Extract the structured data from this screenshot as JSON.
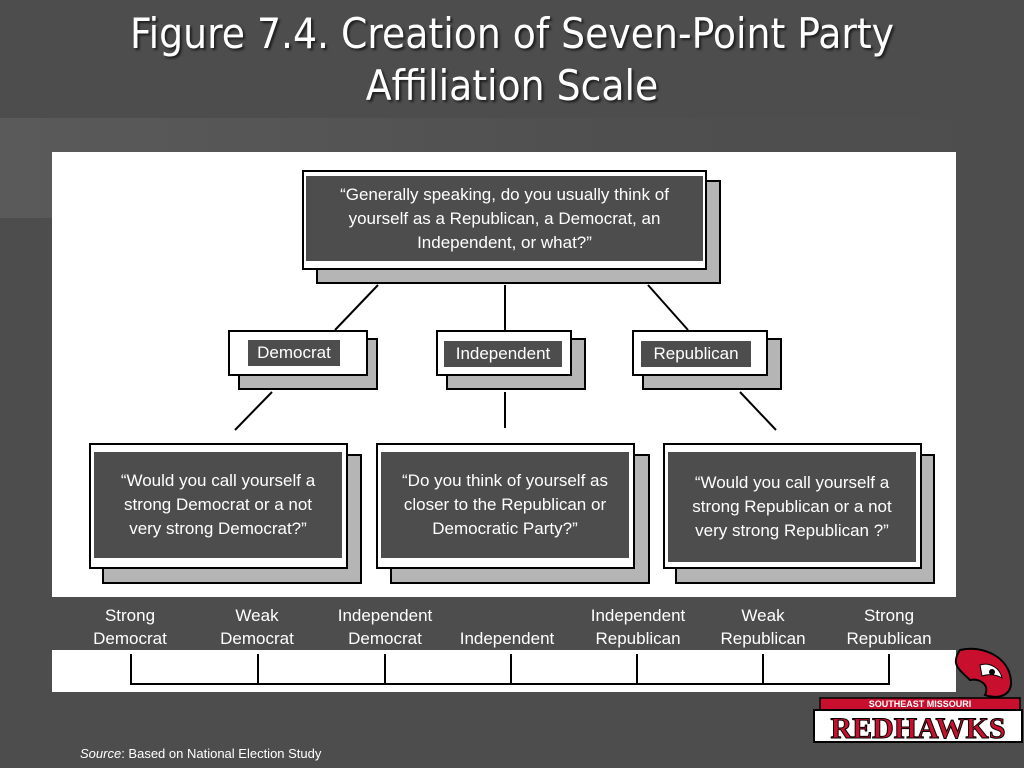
{
  "title_line1": "Figure 7.4. Creation of Seven-Point Party",
  "title_line2": "Affiliation Scale",
  "diagram": {
    "top_question": "“Generally speaking, do you usually think of yourself as a Republican, a Democrat, an Independent, or what?”",
    "options": [
      "Democrat",
      "Independent",
      "Republican"
    ],
    "follow_ups": [
      "“Would you call yourself a strong Democrat or a not very strong Democrat?”",
      "“Do you think of yourself as closer to the Republican or Democratic Party?”",
      "“Would you call yourself a strong Republican or a not very strong Republican ?”"
    ]
  },
  "scale": [
    {
      "line1": "Strong",
      "line2": "Democrat"
    },
    {
      "line1": "Weak",
      "line2": "Democrat"
    },
    {
      "line1": "Independent",
      "line2": "Democrat"
    },
    {
      "line1": "",
      "line2": "Independent"
    },
    {
      "line1": "Independent",
      "line2": "Republican"
    },
    {
      "line1": "Weak",
      "line2": "Republican"
    },
    {
      "line1": "Strong",
      "line2": "Republican"
    }
  ],
  "source_label": "Source",
  "source_text": ": Based on National Election Study",
  "logo": {
    "top": "SOUTHEAST MISSOURI",
    "main": "REDHAWKS"
  }
}
